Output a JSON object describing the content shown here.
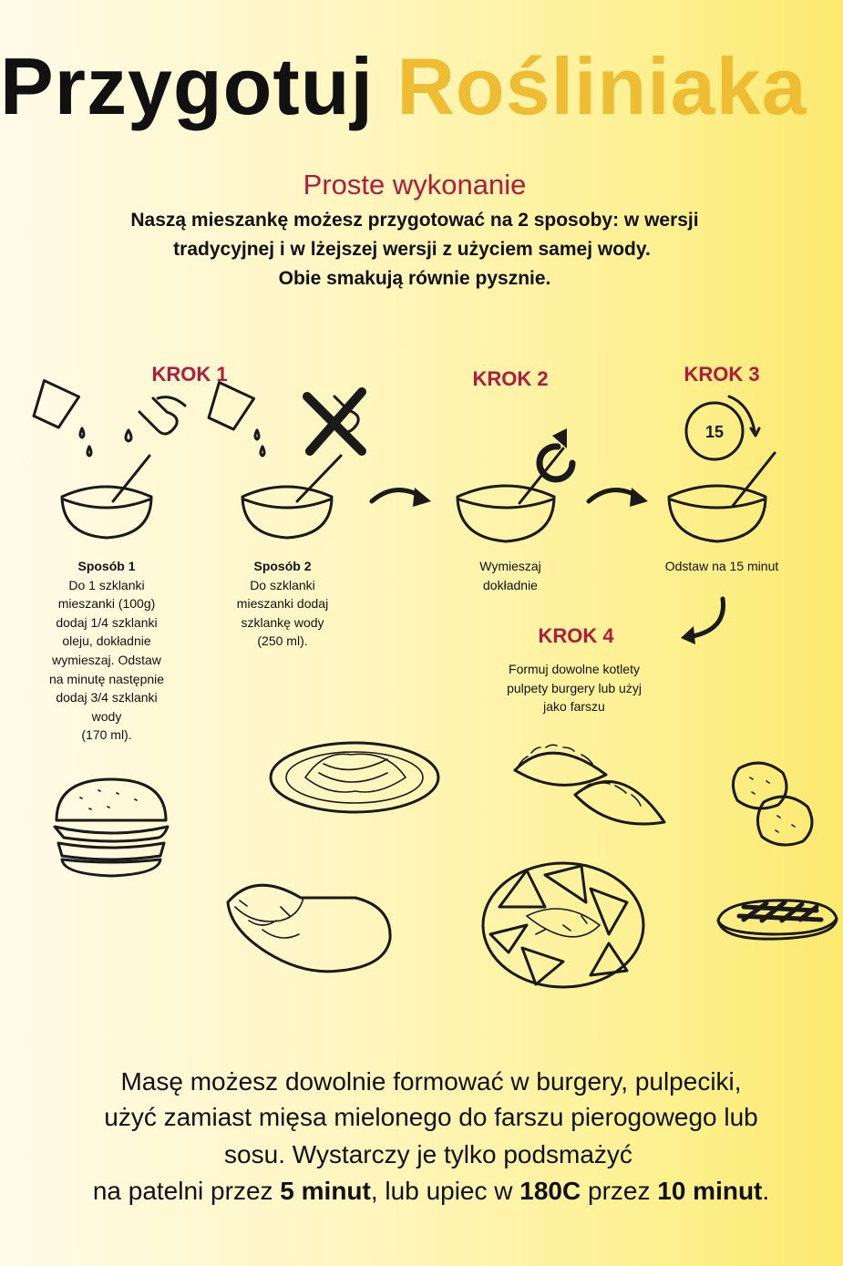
{
  "title": {
    "part1": "Przygotuj",
    "part2": "Rośliniaka"
  },
  "subtitle": "Proste wykonanie",
  "intro": [
    "Naszą mieszankę możesz przygotować na 2 sposoby: w wersji",
    "tradycyjnej i w lżejszej wersji z użyciem samej wody.",
    "Obie smakują równie pysznie."
  ],
  "steps": {
    "krok1": "KROK 1",
    "krok2": "KROK 2",
    "krok3": "KROK 3",
    "krok4": "KROK 4",
    "sposob1": {
      "title": "Sposób 1",
      "lines": [
        "Do 1 szklanki",
        "mieszanki (100g)",
        "dodaj 1/4 szklanki",
        "oleju, dokładnie",
        "wymieszaj. Odstaw",
        "na minutę następnie",
        "dodaj 3/4 szklanki",
        "wody",
        "(170 ml)."
      ]
    },
    "sposob2": {
      "title": "Sposób 2",
      "lines": [
        "Do szklanki",
        "mieszanki dodaj",
        "szklankę wody",
        "(250 ml)."
      ]
    },
    "step2_text": [
      "Wymieszaj",
      "dokładnie"
    ],
    "step3_text": "Odstaw na 15 minut",
    "timer_value": "15",
    "step4_text": [
      "Formuj dowolne kotlety",
      "pulpety burgery lub użyj",
      "jako farszu"
    ]
  },
  "bottom": {
    "line1": "Masę możesz dowolnie formować w burgery, pulpeciki,",
    "line2": "użyć zamiast mięsa mielonego do farszu pierogowego lub",
    "line3": "sosu.  Wystarczy je tylko podsmażyć",
    "line4a": "na patelni przez ",
    "line4b": "5 minut",
    "line4c": ", lub upiec w ",
    "line4d": "180C",
    "line4e": " przez ",
    "line4f": "10 minut",
    "line4g": "."
  },
  "colors": {
    "accent_yellow": "#eebd33",
    "accent_red": "#b21c3c"
  }
}
